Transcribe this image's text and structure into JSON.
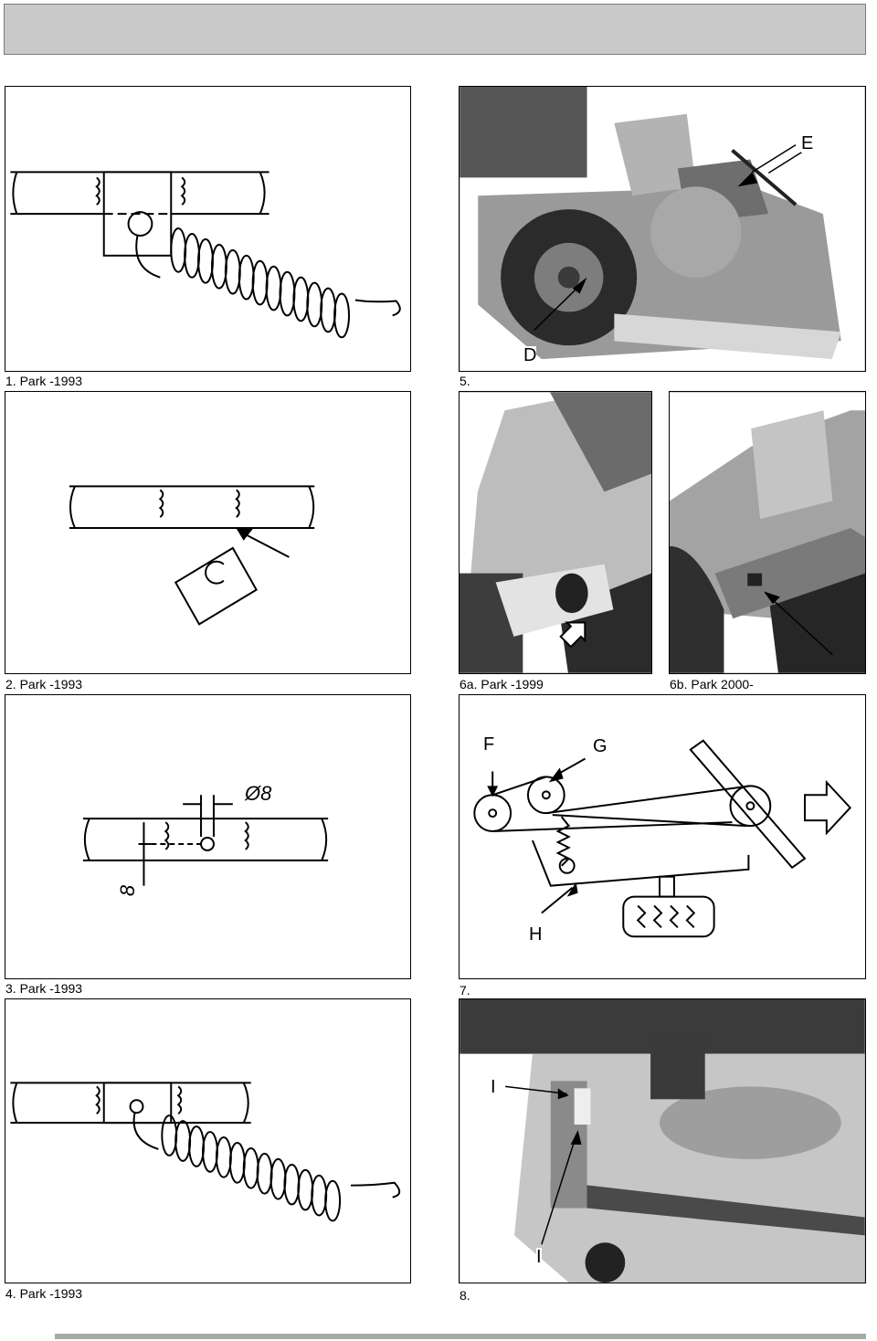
{
  "figures": {
    "fig1": {
      "caption": "1. Park -1993"
    },
    "fig2": {
      "caption": "2. Park -1993"
    },
    "fig3": {
      "caption": "3. Park -1993",
      "dimension": "Ø8",
      "side_dimension": "8"
    },
    "fig4": {
      "caption": "4. Park -1993"
    },
    "fig5": {
      "caption": "5.",
      "labels": {
        "e": "E",
        "d": "D"
      }
    },
    "fig6a": {
      "caption": "6a. Park -1999"
    },
    "fig6b": {
      "caption": "6b. Park 2000-"
    },
    "fig7": {
      "caption": "7.",
      "labels": {
        "f": "F",
        "g": "G",
        "h": "H"
      }
    },
    "fig8": {
      "caption": "8.",
      "labels": {
        "i_top": "I",
        "i_bottom": "I"
      }
    }
  }
}
